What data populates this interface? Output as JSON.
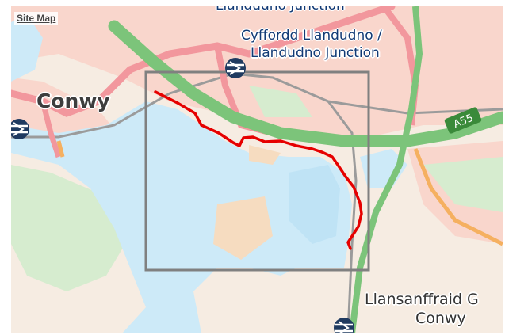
{
  "site_map_label": "Site Map",
  "places": {
    "top_cut": "Llandudno Junction",
    "station_line1": "Cyffordd Llandudno /",
    "station_line2": "Llandudno Junction",
    "town": "Conwy",
    "village_line1": "Llansanffraid G",
    "village_line2": "Conwy"
  },
  "roads": {
    "a55": "A55"
  },
  "icons": {
    "station": "railway-station-icon"
  },
  "colors": {
    "water": "#cdeaf8",
    "land": "#f6ece2",
    "urban": "#f9d6cc",
    "trunk_road": "#8ccf87",
    "primary_road": "#f2979d",
    "railway": "#9b9b9b",
    "route": "#e60000",
    "frame": "#808080",
    "station_icon": "#1f3a60"
  }
}
